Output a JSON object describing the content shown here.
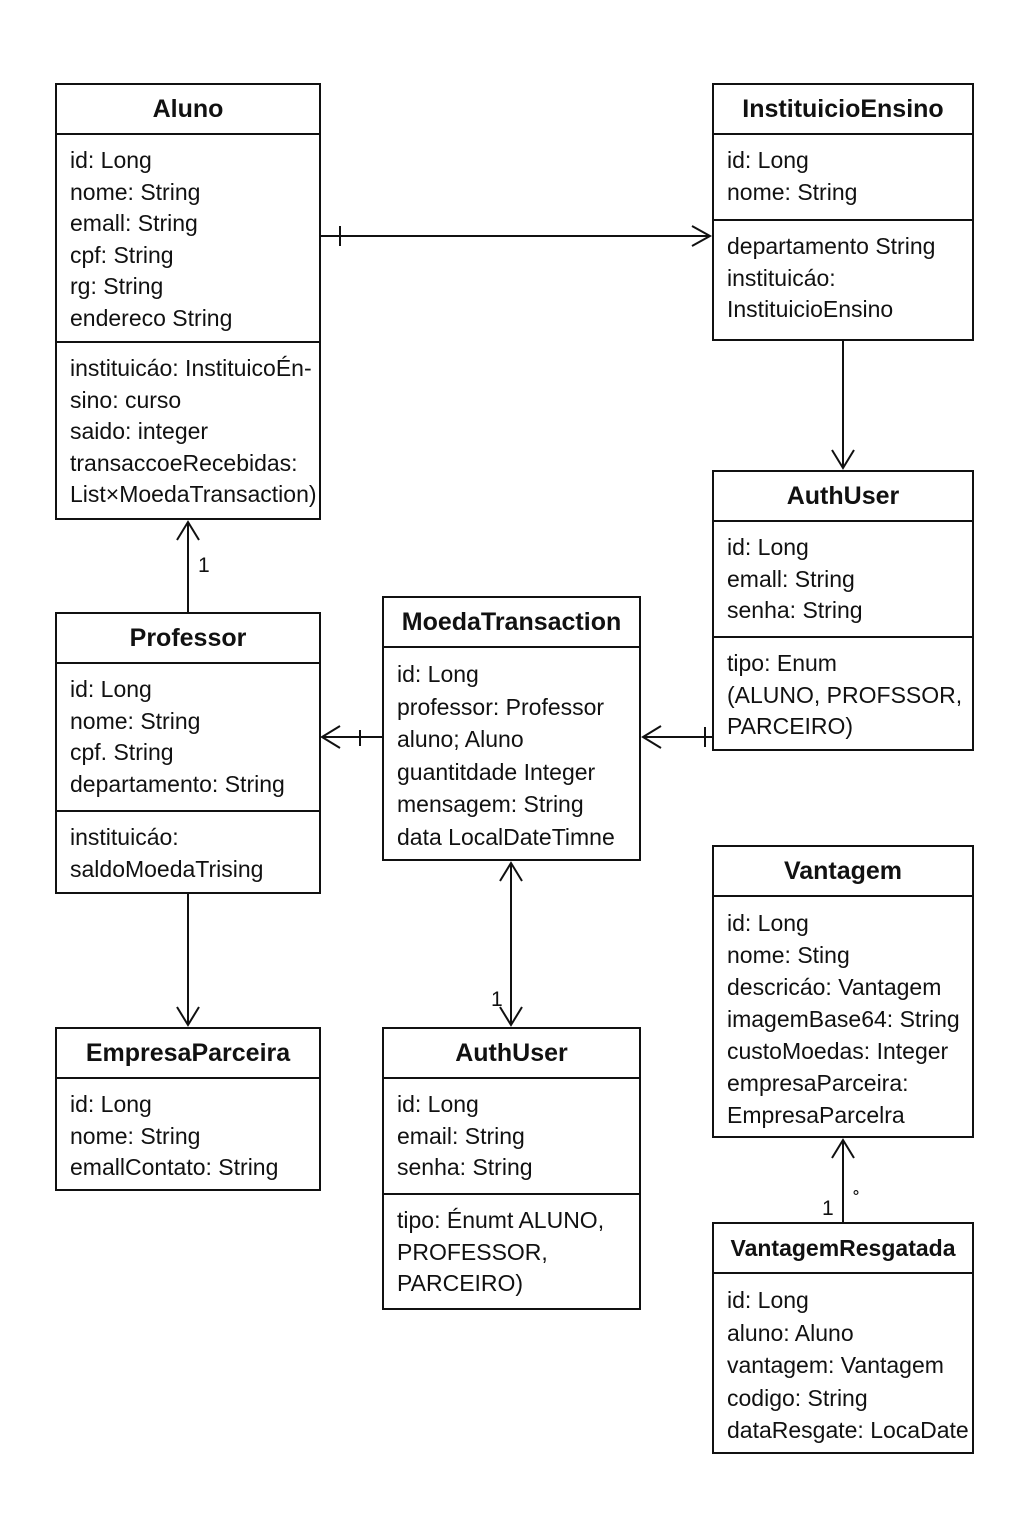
{
  "classes": {
    "aluno": {
      "title": "Aluno",
      "attrs": [
        "id: Long",
        "nome: String",
        "emall: String",
        "cpf: String",
        "rg: String",
        "endereco String"
      ],
      "ops": [
        "instituicáo: InstituicoÉn-",
        "sino: curso",
        "saido: integer",
        "transaccoeRecebidas:",
        "List×MoedaTransaction)"
      ]
    },
    "instituicao": {
      "title": "InstituicioEnsino",
      "attrs": [
        "id: Long",
        "nome: String"
      ],
      "ops": [
        "departamento String",
        "instituicáo:",
        "InstituicioEnsino"
      ]
    },
    "authuser_right": {
      "title": "AuthUser",
      "attrs": [
        "id: Long",
        "emall: String",
        "senha: String"
      ],
      "ops": [
        "tipo: Enum",
        "(ALUNO, PROFSSOR,",
        "PARCEIRO)"
      ]
    },
    "professor": {
      "title": "Professor",
      "attrs": [
        "id: Long",
        "nome: String",
        "cpf. String",
        "departamento: String"
      ],
      "ops": [
        "instituicáo:",
        "saldoMoedaTrising"
      ]
    },
    "moeda": {
      "title": "MoedaTransaction",
      "attrs": [
        "id: Long",
        "professor: Professor",
        "aluno; Aluno",
        "guantitdade Integer",
        "mensagem: String",
        "data LocalDateTimne"
      ]
    },
    "empresa": {
      "title": "EmpresaParceira",
      "attrs": [
        "id: Long",
        "nome: String",
        "emallContato: String"
      ]
    },
    "authuser_center": {
      "title": "AuthUser",
      "attrs": [
        "id: Long",
        "email: String",
        "senha: String"
      ],
      "ops": [
        "tipo: Énumt ALUNO,",
        "PROFESSOR,",
        "PARCEIRO)"
      ]
    },
    "vantagem": {
      "title": "Vantagem",
      "attrs": [
        "id: Long",
        "nome: Sting",
        "descricáo: Vantagem",
        "imagemBase64: String",
        "custoMoedas: Integer",
        "empresaParceira:",
        "EmpresaParcelra"
      ]
    },
    "resgatada": {
      "title": "VantagemResgatada",
      "attrs": [
        "id: Long",
        "aluno: Aluno",
        "vantagem: Vantagem",
        "codigo: String",
        "dataResgate: LocaDate"
      ]
    }
  },
  "multiplicities": {
    "professor_aluno": "1",
    "moeda_authuser": "1",
    "resgatada_vantagem": "1",
    "resgatada_vantagem_mark": "˚"
  }
}
